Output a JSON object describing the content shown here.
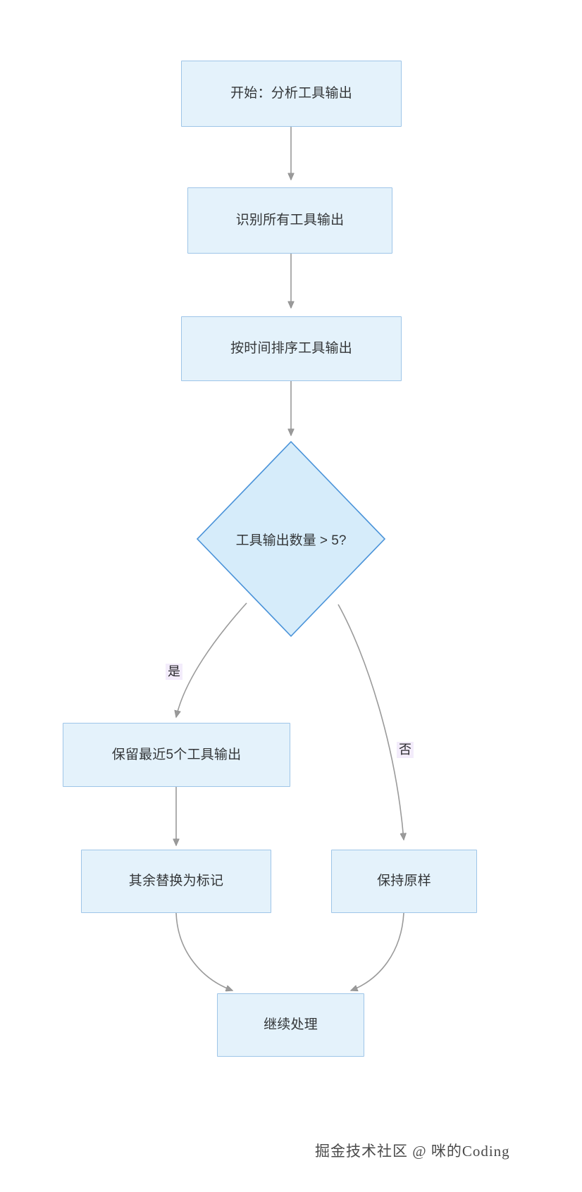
{
  "diagram": {
    "type": "flowchart",
    "direction": "top-down",
    "background_color": "#ffffff",
    "node_fill": "#e4f2fb",
    "node_stroke": "#9ec5e8",
    "edge_stroke": "#999999",
    "text_color": "#333638",
    "edge_label_background": "#f3ecfb",
    "nodes": [
      {
        "id": "start",
        "shape": "rect",
        "label": "开始：分析工具输出"
      },
      {
        "id": "identify",
        "shape": "rect",
        "label": "识别所有工具输出"
      },
      {
        "id": "sort",
        "shape": "rect",
        "label": "按时间排序工具输出"
      },
      {
        "id": "decide",
        "shape": "diamond",
        "label": "工具输出数量 > 5?"
      },
      {
        "id": "keep5",
        "shape": "rect",
        "label": "保留最近5个工具输出"
      },
      {
        "id": "replace",
        "shape": "rect",
        "label": "其余替换为标记"
      },
      {
        "id": "asis",
        "shape": "rect",
        "label": "保持原样"
      },
      {
        "id": "continue",
        "shape": "rect",
        "label": "继续处理"
      }
    ],
    "edges": [
      {
        "from": "start",
        "to": "identify",
        "label": ""
      },
      {
        "from": "identify",
        "to": "sort",
        "label": ""
      },
      {
        "from": "sort",
        "to": "decide",
        "label": ""
      },
      {
        "from": "decide",
        "to": "keep5",
        "label": "是"
      },
      {
        "from": "decide",
        "to": "asis",
        "label": "否"
      },
      {
        "from": "keep5",
        "to": "replace",
        "label": ""
      },
      {
        "from": "replace",
        "to": "continue",
        "label": ""
      },
      {
        "from": "asis",
        "to": "continue",
        "label": ""
      }
    ]
  },
  "watermark": {
    "text": "掘金技术社区 @ 咪的Coding"
  }
}
